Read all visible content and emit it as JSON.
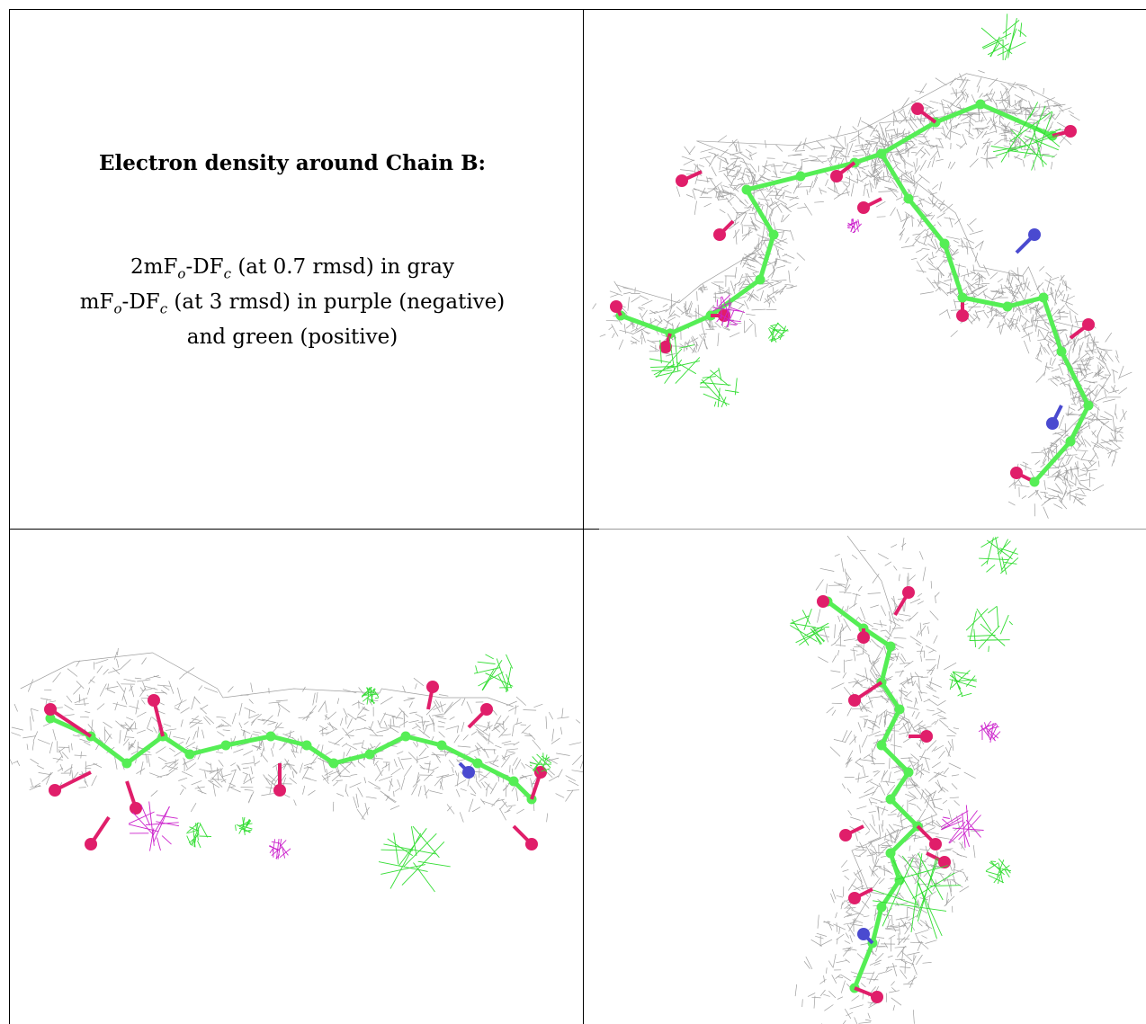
{
  "caption": {
    "title": "Electron density around Chain B:",
    "line1_prefix": "2mF",
    "line1_sub_o": "o",
    "line1_mid": "-DF",
    "line1_sub_c": "c",
    "line1_suffix": " (at 0.7 rmsd) in gray",
    "line2_prefix": "mF",
    "line2_sub_o": "o",
    "line2_mid": "-DF",
    "line2_sub_c": "c",
    "line2_suffix": " (at 3 rmsd) in purple (negative)",
    "line3": "and green (positive)"
  },
  "colors": {
    "mesh_gray": "#8f8f8f",
    "carbon_green": "#55ee55",
    "oxygen_pink": "#e01e6a",
    "nitrogen_blue": "#4a4ad0",
    "positive_green": "#33dd33",
    "negative_purple": "#cc22cc"
  },
  "views": [
    "view-1",
    "view-2",
    "view-3"
  ]
}
